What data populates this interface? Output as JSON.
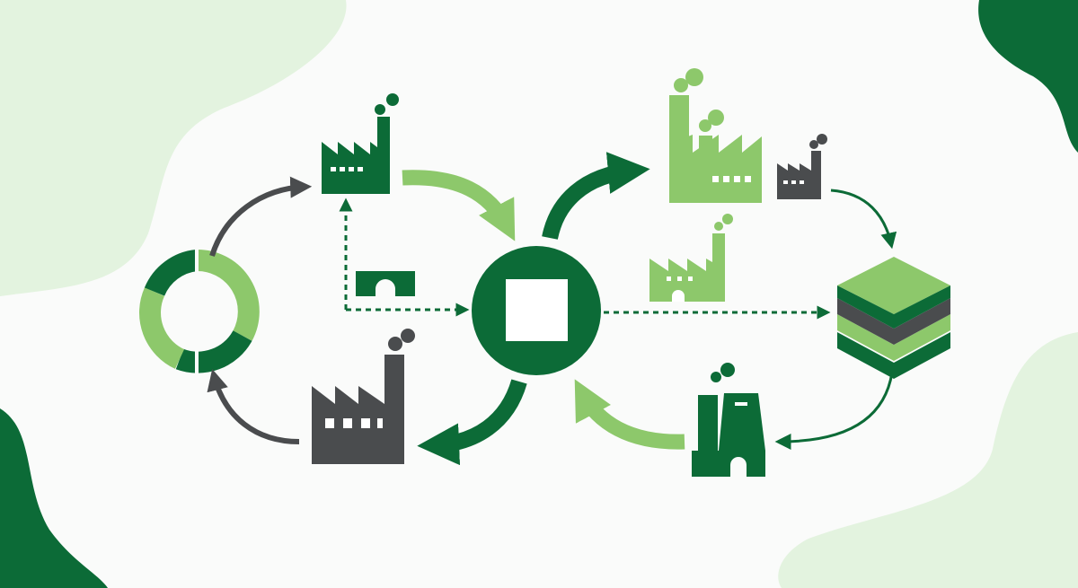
{
  "diagram": {
    "type": "industrial-symbiosis-flow",
    "text_labels": [],
    "colors": {
      "background": "#fafbfa",
      "blob_light": "#e3f3df",
      "dark_green": "#0c6b37",
      "light_green": "#8dc86b",
      "gray": "#4a4c4e",
      "white": "#ffffff"
    },
    "nodes": [
      {
        "id": "ring-node",
        "icon": "donut-ring-icon"
      },
      {
        "id": "factory-top-left",
        "icon": "factory-icon",
        "color": "dark_green"
      },
      {
        "id": "factory-bottom-left",
        "icon": "factory-icon",
        "color": "gray"
      },
      {
        "id": "central-hub",
        "icon": "hub-square-icon",
        "color": "dark_green"
      },
      {
        "id": "small-arch-building",
        "icon": "arch-building-icon",
        "color": "dark_green"
      },
      {
        "id": "factory-large-right",
        "icon": "factory-icon",
        "color": "light_green"
      },
      {
        "id": "factory-small-right",
        "icon": "factory-icon",
        "color": "gray"
      },
      {
        "id": "factory-middle-right",
        "icon": "factory-icon",
        "color": "light_green"
      },
      {
        "id": "layer-stack",
        "icon": "stacked-layers-icon"
      },
      {
        "id": "power-plant",
        "icon": "power-plant-icon",
        "color": "dark_green"
      }
    ],
    "edges": [
      {
        "from": "ring-node",
        "to": "factory-top-left",
        "style": "solid",
        "color": "gray"
      },
      {
        "from": "factory-top-left",
        "to": "central-hub",
        "style": "solid",
        "color": "light_green"
      },
      {
        "from": "central-hub",
        "to": "factory-large-right",
        "style": "solid",
        "color": "dark_green"
      },
      {
        "from": "factory-small-right",
        "to": "layer-stack",
        "style": "solid",
        "color": "dark_green"
      },
      {
        "from": "layer-stack",
        "to": "power-plant",
        "style": "solid",
        "color": "dark_green"
      },
      {
        "from": "power-plant",
        "to": "central-hub",
        "style": "solid",
        "color": "light_green"
      },
      {
        "from": "central-hub",
        "to": "factory-bottom-left",
        "style": "solid",
        "color": "dark_green"
      },
      {
        "from": "factory-bottom-left",
        "to": "ring-node",
        "style": "solid",
        "color": "gray"
      },
      {
        "from": "small-arch-building",
        "to": "factory-top-left",
        "style": "dashed",
        "color": "dark_green"
      },
      {
        "from": "small-arch-building",
        "to": "central-hub",
        "style": "dashed",
        "color": "dark_green"
      },
      {
        "from": "central-hub",
        "to": "layer-stack",
        "style": "dashed",
        "color": "dark_green"
      }
    ]
  }
}
